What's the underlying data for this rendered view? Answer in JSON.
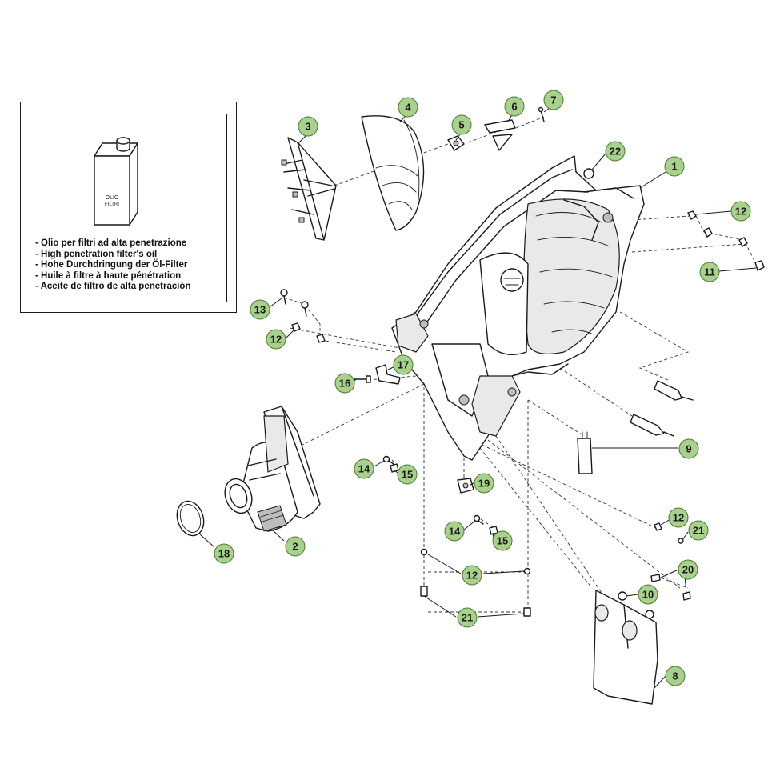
{
  "oil_box": {
    "can_label": [
      "OLIO",
      "FILTRI"
    ],
    "descriptions": [
      "- Olio per filtri ad alta penetrazione",
      "- High penetration filter's oil",
      "- Hohe Durchdringung der Öl-Filter",
      "- Huile à filtre à haute pénétration",
      "- Aceite de filtro de alta penetración"
    ]
  },
  "callouts": {
    "c1": "1",
    "c2": "2",
    "c3": "3",
    "c4": "4",
    "c5": "5",
    "c6": "6",
    "c7": "7",
    "c8": "8",
    "c9": "9",
    "c10": "10",
    "c11": "11",
    "c12a": "12",
    "c12b": "12",
    "c12c": "12",
    "c12d": "12",
    "c13": "13",
    "c14a": "14",
    "c14b": "14",
    "c15a": "15",
    "c15b": "15",
    "c16": "16",
    "c17": "17",
    "c18": "18",
    "c19": "19",
    "c20": "20",
    "c21a": "21",
    "c21b": "21",
    "c22": "22"
  },
  "colors": {
    "callout_fill": "#a9d18e",
    "line": "#1a1a1a"
  }
}
